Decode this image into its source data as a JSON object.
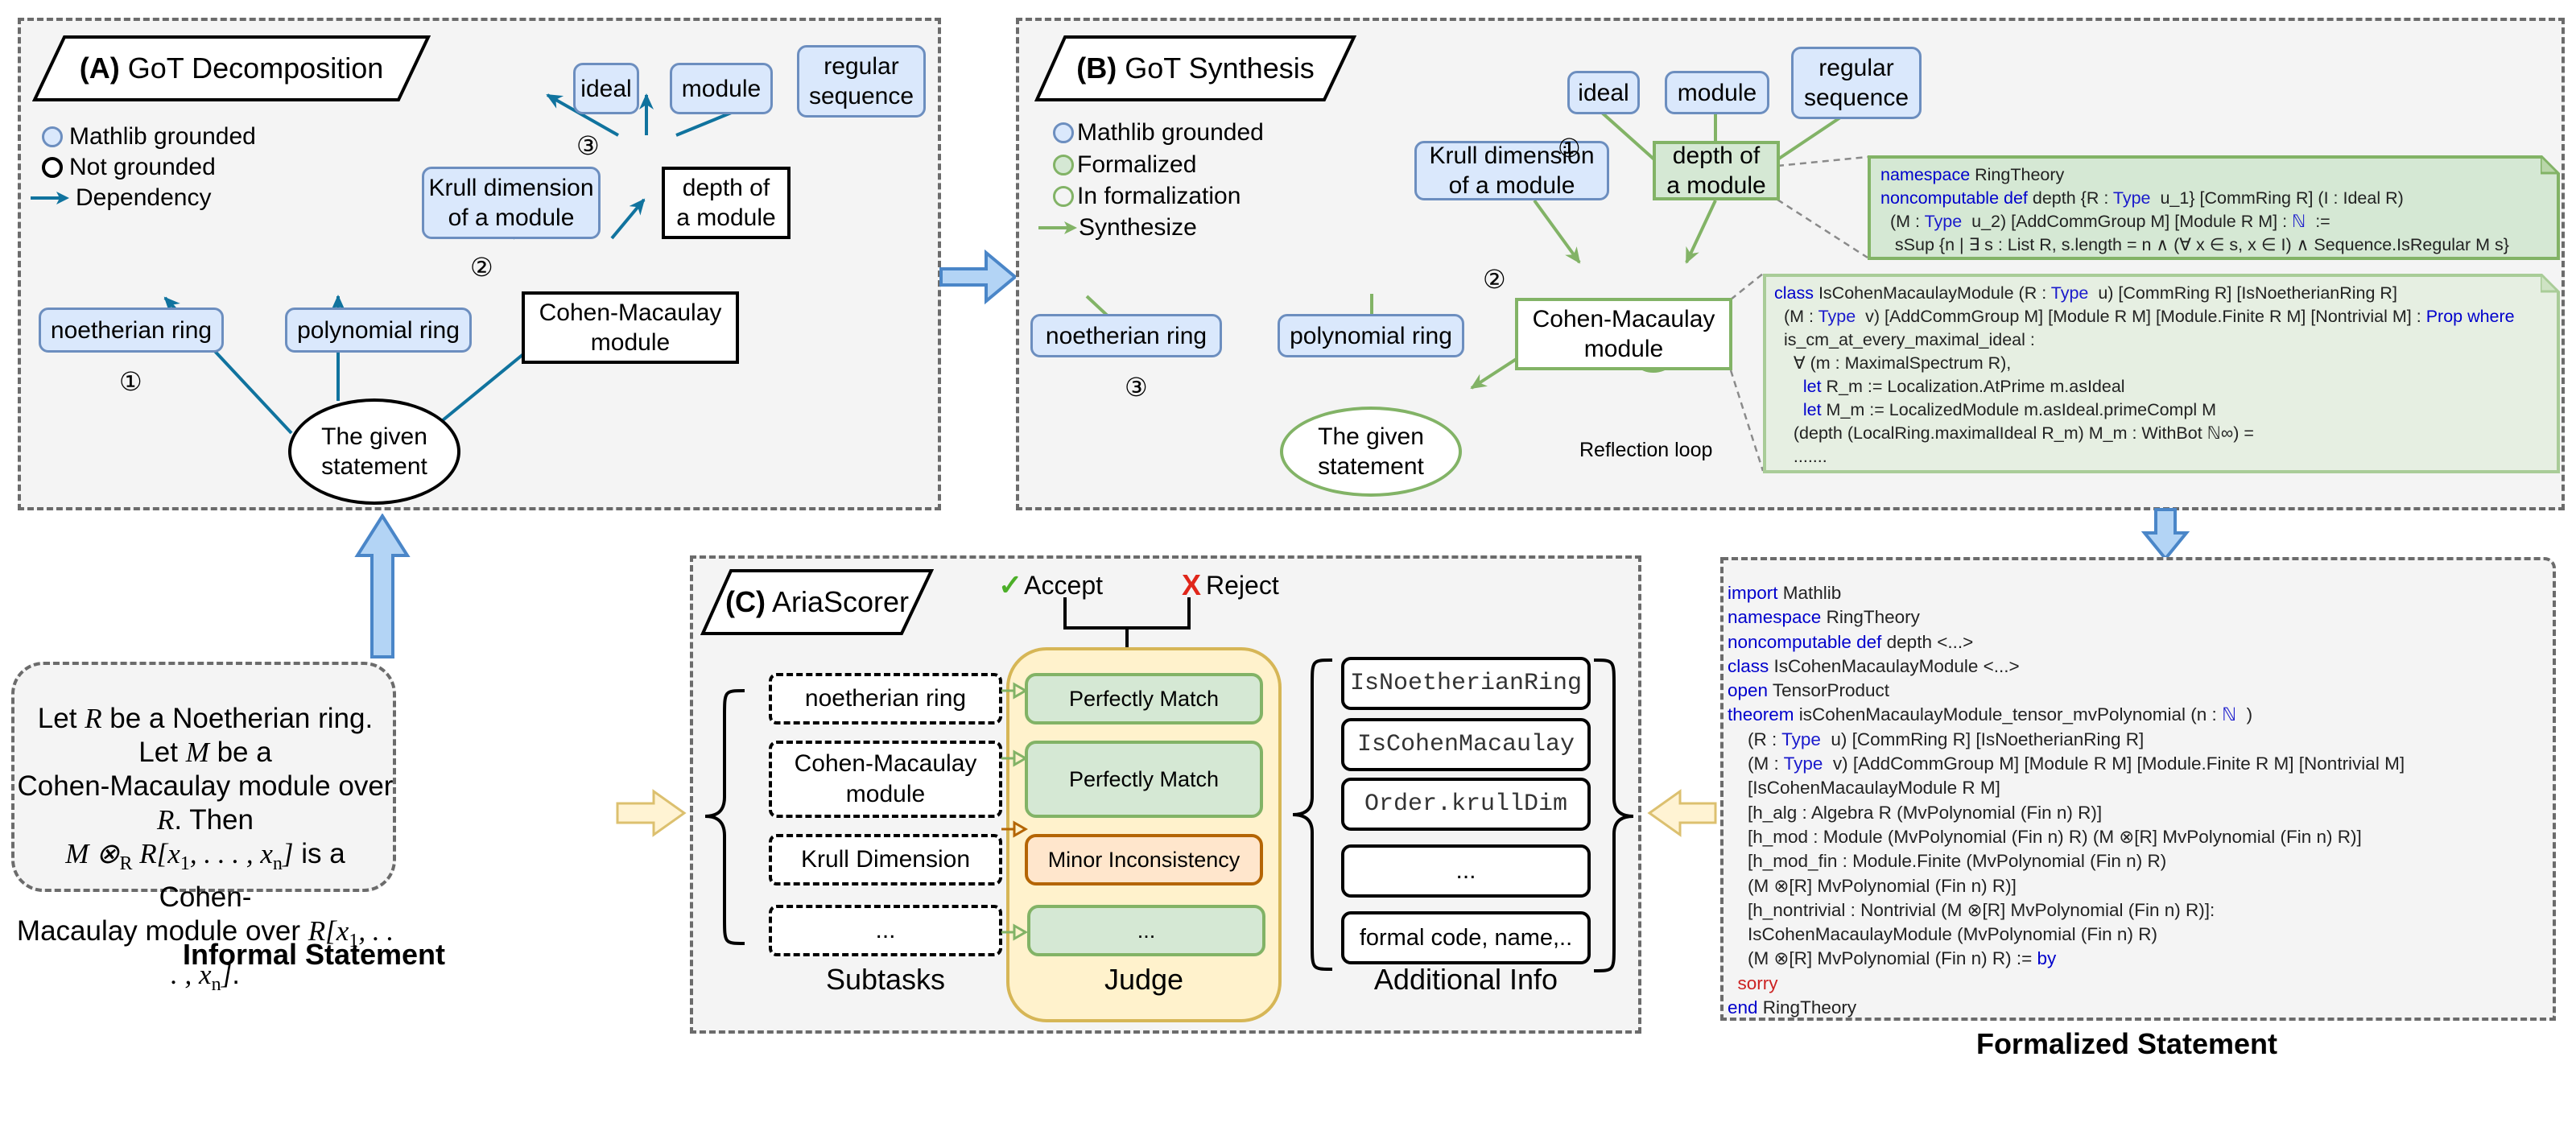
{
  "panel_a": {
    "tag_letter": "(A)",
    "tag_title": " GoT Decomposition",
    "legend": [
      "Mathlib grounded",
      "Not grounded",
      "Dependency"
    ],
    "nodes": {
      "ideal": "ideal",
      "module": "module",
      "regular_sequence": [
        "regular",
        "sequence"
      ],
      "krull": [
        "Krull dimension",
        "of a module"
      ],
      "depth": [
        "depth of",
        "a module"
      ],
      "noetherian": "noetherian ring",
      "polynomial": "polynomial ring",
      "cohen": [
        "Cohen-Macaulay",
        "module"
      ],
      "given": [
        "The given",
        "statement"
      ]
    },
    "step_numbers": [
      "①",
      "②",
      "③"
    ]
  },
  "panel_b": {
    "tag_letter": "(B)",
    "tag_title": " GoT Synthesis",
    "legend": [
      "Mathlib grounded",
      "Formalized",
      "In formalization",
      "Synthesize"
    ],
    "nodes": {
      "ideal": "ideal",
      "module": "module",
      "regular_sequence": [
        "regular",
        "sequence"
      ],
      "krull": [
        "Krull dimension",
        "of a module"
      ],
      "depth": [
        "depth of",
        "a module"
      ],
      "noetherian": "noetherian ring",
      "polynomial": "polynomial ring",
      "cohen": [
        "Cohen-Macaulay",
        "module"
      ],
      "given": [
        "The given",
        "statement"
      ]
    },
    "step_numbers": [
      "①",
      "②",
      "③"
    ],
    "reflection_label": "Reflection loop",
    "depth_code": [
      [
        [
          "kw",
          "namespace"
        ],
        [
          "",
          "RingTheory"
        ]
      ],
      [
        [
          "kw",
          "noncomputable def"
        ],
        [
          "",
          "depth {R : "
        ],
        [
          "ty",
          "Type"
        ],
        [
          "",
          "u_1} [CommRing R] (I : Ideal R)"
        ]
      ],
      [
        [
          "",
          "  (M : "
        ],
        [
          "ty",
          "Type"
        ],
        [
          "",
          "u_2) [AddCommGroup M] [Module R M] : "
        ],
        [
          "ty",
          "ℕ"
        ],
        [
          "",
          ":="
        ]
      ],
      [
        [
          "",
          "   sSup {n | ∃ s : List R, s.length = n ∧ (∀ x ∈ s, x ∈ I) ∧ Sequence.IsRegular M s}"
        ]
      ]
    ],
    "cm_code": [
      [
        [
          "kw",
          "class"
        ],
        [
          "",
          "IsCohenMacaulayModule (R : "
        ],
        [
          "ty",
          "Type"
        ],
        [
          "",
          "u) [CommRing R] [IsNoetherianRing R]"
        ]
      ],
      [
        [
          "",
          "  (M : "
        ],
        [
          "ty",
          "Type"
        ],
        [
          "",
          "v) [AddCommGroup M] [Module R M] [Module.Finite R M] [Nontrivial M] : "
        ],
        [
          "kw",
          "Prop where"
        ]
      ],
      [
        [
          "",
          "  is_cm_at_every_maximal_ideal :"
        ]
      ],
      [
        [
          "",
          "    ∀ (m : MaximalSpectrum R),"
        ]
      ],
      [
        [
          "",
          "      "
        ],
        [
          "kw",
          "let"
        ],
        [
          "",
          "R_m := Localization.AtPrime m.asIdeal"
        ]
      ],
      [
        [
          "",
          "      "
        ],
        [
          "kw",
          "let"
        ],
        [
          "",
          "M_m := LocalizedModule m.asIdeal.primeCompl M"
        ]
      ],
      [
        [
          "",
          "    (depth (LocalRing.maximalIdeal R_m) M_m : WithBot ℕ∞) ="
        ]
      ],
      [
        [
          "",
          "    ......."
        ]
      ]
    ]
  },
  "panel_c": {
    "tag_letter": "(C)",
    "tag_title": " AriaScorer",
    "accept_label": "Accept",
    "reject_label": "Reject",
    "subtasks": [
      "noetherian ring",
      "Cohen-Macaulay module",
      "Krull Dimension",
      "..."
    ],
    "judgements": [
      "Perfectly Match",
      "Perfectly Match",
      "Minor Inconsistency",
      "..."
    ],
    "judgement_status": [
      "match",
      "match",
      "minor",
      "match"
    ],
    "additional_info": [
      "IsNoetherianRing",
      "IsCohenMacaulay",
      "Order.krullDim",
      "...",
      "formal code, name,.."
    ],
    "column_labels": {
      "subtasks": "Subtasks",
      "judge": "Judge",
      "additional_info": "Additional Info"
    }
  },
  "informal": {
    "text_lines": [
      [
        [
          "t",
          "Let "
        ],
        [
          "m",
          "R"
        ],
        [
          "t",
          " be a Noetherian ring. Let "
        ],
        [
          "m",
          "M"
        ],
        [
          "t",
          " be a"
        ]
      ],
      [
        [
          "t",
          "Cohen-Macaulay module over "
        ],
        [
          "m",
          "R"
        ],
        [
          "t",
          ". Then"
        ]
      ],
      [
        [
          "m",
          "M ⊗"
        ],
        [
          "sub",
          "R"
        ],
        [
          "m",
          " R[x"
        ],
        [
          "sub",
          "1"
        ],
        [
          "m",
          ", . . . , x"
        ],
        [
          "sub",
          "n"
        ],
        [
          "m",
          "]"
        ],
        [
          "t",
          " is a Cohen-"
        ]
      ],
      [
        [
          "t",
          "Macaulay module over "
        ],
        [
          "m",
          "R[x"
        ],
        [
          "sub",
          "1"
        ],
        [
          "m",
          ", . . . , x"
        ],
        [
          "sub",
          "n"
        ],
        [
          "m",
          "]"
        ],
        [
          "t",
          "."
        ]
      ]
    ],
    "caption": "Informal Statement"
  },
  "formalized": {
    "code": [
      [
        [
          "kw",
          "import"
        ],
        [
          "",
          "Mathlib"
        ]
      ],
      [
        [
          "kw",
          "namespace"
        ],
        [
          "",
          "RingTheory"
        ]
      ],
      [
        [
          "kw",
          "noncomputable def"
        ],
        [
          "",
          "depth <...>"
        ]
      ],
      [
        [
          "kw",
          "class"
        ],
        [
          "",
          "IsCohenMacaulayModule <...>"
        ]
      ],
      [
        [
          "kw",
          "open"
        ],
        [
          "",
          "TensorProduct"
        ]
      ],
      [
        [
          "kw",
          "theorem"
        ],
        [
          "",
          "isCohenMacaulayModule_tensor_mvPolynomial (n : "
        ],
        [
          "ty",
          "ℕ"
        ],
        [
          "",
          ")"
        ]
      ],
      [
        [
          "",
          "    (R : "
        ],
        [
          "ty",
          "Type"
        ],
        [
          "",
          "u) [CommRing R] [IsNoetherianRing R]"
        ]
      ],
      [
        [
          "",
          "    (M : "
        ],
        [
          "ty",
          "Type"
        ],
        [
          "",
          "v) [AddCommGroup M] [Module R M] [Module.Finite R M] [Nontrivial M]"
        ]
      ],
      [
        [
          "",
          "    [IsCohenMacaulayModule R M]"
        ]
      ],
      [
        [
          "",
          "    [h_alg : Algebra R (MvPolynomial (Fin n) R)]"
        ]
      ],
      [
        [
          "",
          "    [h_mod : Module (MvPolynomial (Fin n) R) (M ⊗[R] MvPolynomial (Fin n) R)]"
        ]
      ],
      [
        [
          "",
          "    [h_mod_fin : Module.Finite (MvPolynomial (Fin n) R)"
        ]
      ],
      [
        [
          "",
          "    (M ⊗[R] MvPolynomial (Fin n) R)]"
        ]
      ],
      [
        [
          "",
          "    [h_nontrivial : Nontrivial (M ⊗[R] MvPolynomial (Fin n) R)]:"
        ]
      ],
      [
        [
          "",
          "    IsCohenMacaulayModule (MvPolynomial (Fin n) R)"
        ]
      ],
      [
        [
          "",
          "    (M ⊗[R] MvPolynomial (Fin n) R) := "
        ],
        [
          "kw",
          "by"
        ]
      ],
      [
        [
          "red",
          "  sorry"
        ]
      ],
      [
        [
          "kw",
          "end"
        ],
        [
          "",
          "RingTheory"
        ]
      ]
    ],
    "caption": "Formalized Statement"
  },
  "colors": {
    "dependency_arrow": "#10739e",
    "synthesize_arrow": "#82b366",
    "grounded_fill": "#dae8fc",
    "grounded_stroke": "#6c8ebf",
    "formalized_fill": "#d5e8d4",
    "judge_container": "#fff2cc",
    "minor_fill": "#ffe6cc",
    "minor_stroke": "#b46504",
    "accept": "#4caf28",
    "reject": "#e0261a"
  }
}
